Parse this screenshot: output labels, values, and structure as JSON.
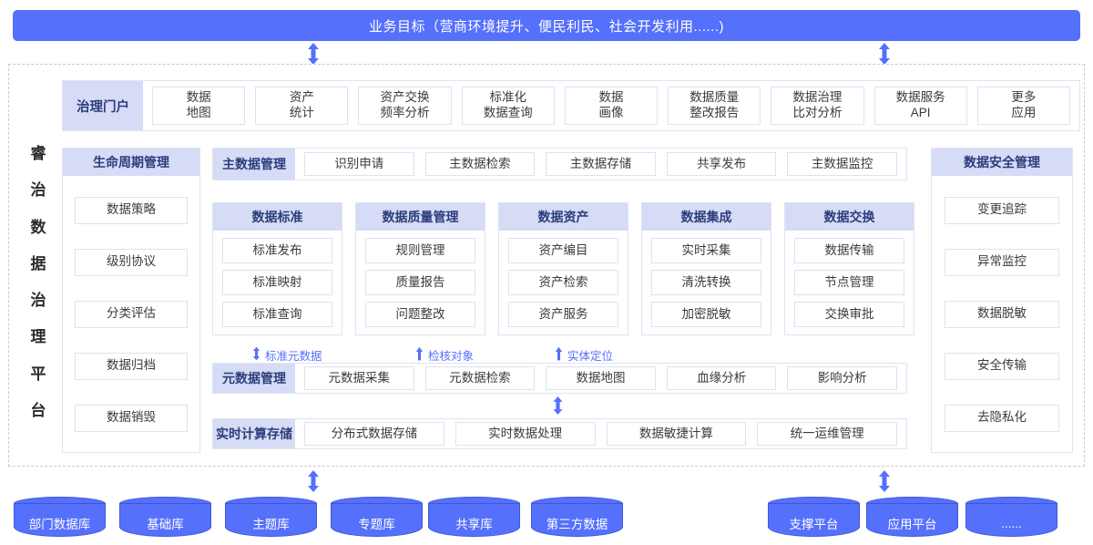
{
  "banner": {
    "title": "业务目标（营商环境提升、便民利民、社会开发利用......)"
  },
  "platform_title": {
    "chars": [
      "睿",
      "治",
      "数",
      "据",
      "治",
      "理",
      "平",
      "台"
    ]
  },
  "portal_row": {
    "label": "治理门户",
    "items": [
      "数据\n地图",
      "资产\n统计",
      "资产交换\n频率分析",
      "标准化\n数据查询",
      "数据\n画像",
      "数据质量\n整改报告",
      "数据治理\n比对分析",
      "数据服务\nAPI",
      "更多\n应用"
    ]
  },
  "lifecycle_card": {
    "title": "生命周期管理",
    "items": [
      "数据策略",
      "级别协议",
      "分类评估",
      "数据归档",
      "数据销毁"
    ]
  },
  "security_card": {
    "title": "数据安全管理",
    "items": [
      "变更追踪",
      "异常监控",
      "数据脱敏",
      "安全传输",
      "去隐私化"
    ]
  },
  "master_row": {
    "label": "主数据管理",
    "items": [
      "识别申请",
      "主数据检索",
      "主数据存储",
      "共享发布",
      "主数据监控"
    ]
  },
  "mid_cards": [
    {
      "title": "数据标准",
      "items": [
        "标准发布",
        "标准映射",
        "标准查询"
      ]
    },
    {
      "title": "数据质量管理",
      "items": [
        "规则管理",
        "质量报告",
        "问题整改"
      ]
    },
    {
      "title": "数据资产",
      "items": [
        "资产编目",
        "资产检索",
        "资产服务"
      ]
    },
    {
      "title": "数据集成",
      "items": [
        "实时采集",
        "清洗转换",
        "加密脱敏"
      ]
    },
    {
      "title": "数据交换",
      "items": [
        "数据传输",
        "节点管理",
        "交换审批"
      ]
    }
  ],
  "flow_labels": [
    {
      "text": "标准元数据",
      "arrow": "double-arrow-icon"
    },
    {
      "text": "检核对象",
      "arrow": "up-arrow-icon"
    },
    {
      "text": "实体定位",
      "arrow": "up-arrow-icon"
    }
  ],
  "meta_row": {
    "label": "元数据管理",
    "items": [
      "元数据采集",
      "元数据检索",
      "数据地图",
      "血缘分析",
      "影响分析"
    ]
  },
  "realtime_row": {
    "label": "实时计算存储",
    "items": [
      "分布式数据存储",
      "实时数据处理",
      "数据敏捷计算",
      "统一运维管理"
    ]
  },
  "sources_left": [
    "部门数据库",
    "基础库",
    "主题库",
    "专题库",
    "共享库",
    "第三方数据"
  ],
  "sources_right": [
    "支撑平台",
    "应用平台",
    "......"
  ],
  "colors": {
    "brand_blue": "#5570fb",
    "header_fill": "#d6dcf5",
    "header_text": "#2c3c7c",
    "chip_border": "#dde2f0",
    "frame_border": "#c9cacb"
  }
}
